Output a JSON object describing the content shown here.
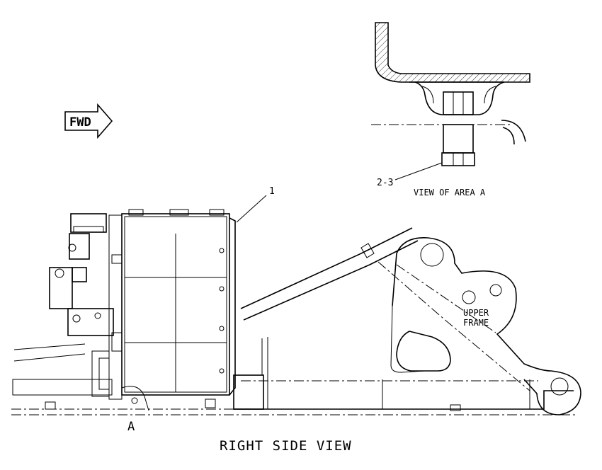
{
  "labels": {
    "fwd": "FWD",
    "item_1": "1",
    "item_2_3": "2-3",
    "view_of_area_a": "VIEW OF AREA A",
    "upper_frame_line1": "UPPER",
    "upper_frame_line2": "FRAME",
    "area_a": "A",
    "view_title": "RIGHT SIDE VIEW"
  }
}
